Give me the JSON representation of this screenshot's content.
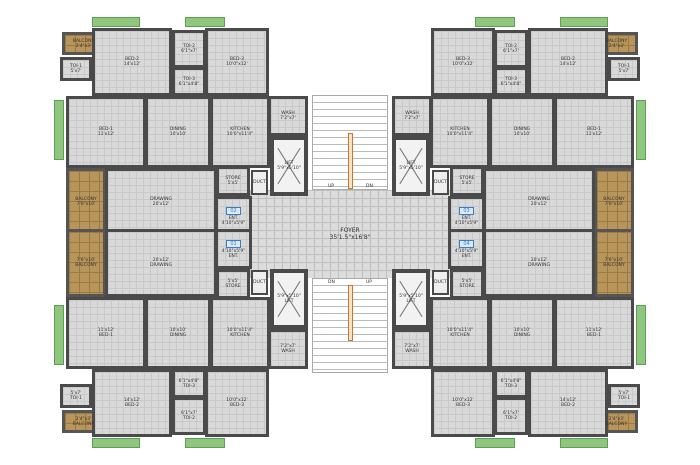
{
  "foyer": {
    "name": "FOYER",
    "size": "35'1.5\"x16'8\""
  },
  "stairs": {
    "up": "UP",
    "down": "DN"
  },
  "flats": [
    {
      "number": "02"
    },
    {
      "number": "03"
    },
    {
      "number": "01"
    },
    {
      "number": "04"
    }
  ],
  "rooms": {
    "balcony_small": {
      "name": "BALCONY",
      "size": "2'4\"x3'"
    },
    "toi1": {
      "name": "TOI-1",
      "size": "5'x7'"
    },
    "bed2": {
      "name": "BED-2",
      "size": "14'x12'"
    },
    "toi2": {
      "name": "TOI-2",
      "size": "6'1\"x7'"
    },
    "toi3": {
      "name": "TOI-3",
      "size": "6'1\"x4'8\""
    },
    "bed3": {
      "name": "BED-3",
      "size": "10'0\"x12'"
    },
    "bed1": {
      "name": "BED-1",
      "size": "11'x12'"
    },
    "dining": {
      "name": "DINING",
      "size": "10'x10'"
    },
    "kitchen": {
      "name": "KITCHEN",
      "size": "10'0\"x11'4\""
    },
    "wash": {
      "name": "WASH",
      "size": "7'2\"x7'"
    },
    "balcony": {
      "name": "BALCONY",
      "size": "7'6\"x10'"
    },
    "drawing": {
      "name": "DRAWING",
      "size": "20'x12'"
    },
    "store": {
      "name": "STORE",
      "size": "5'x5'"
    },
    "duct": {
      "name": "DUCT",
      "size": ""
    },
    "ent": {
      "name": "ENT.",
      "size": "4'10\"x5'9\""
    },
    "lift": {
      "name": "LIFT",
      "size": "5'9\"x5'10\""
    }
  },
  "colors": {
    "wall": "#4a4a4a",
    "floor": "#d9d9d9",
    "balcony": "#b8955a",
    "window": "#8fc77f",
    "stair_rail": "#c8782a",
    "flat_badge": "#3a7fc4"
  }
}
